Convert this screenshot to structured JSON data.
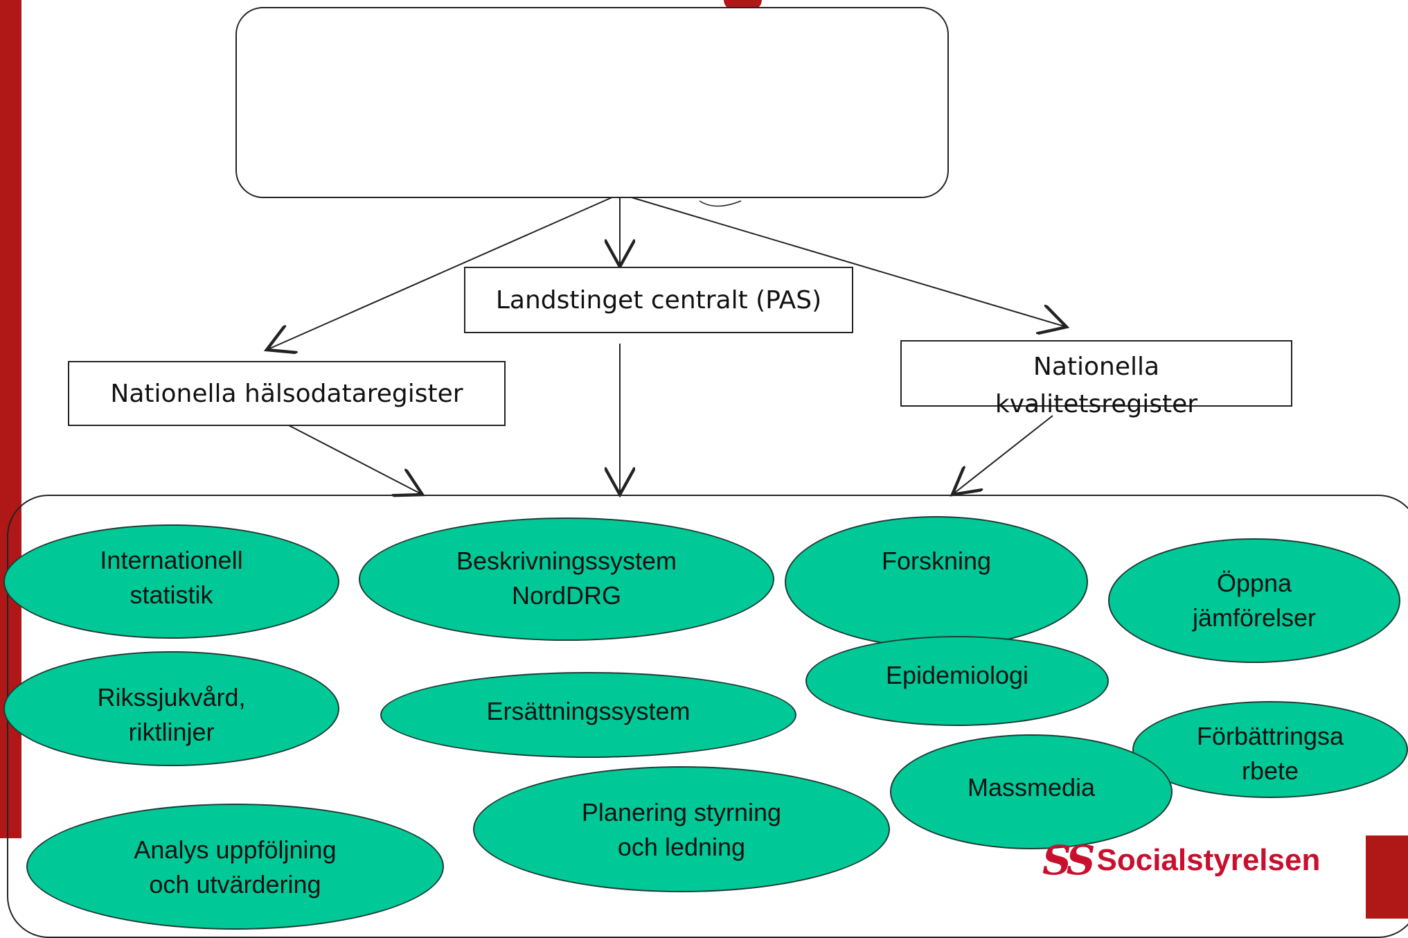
{
  "diagram": {
    "top_box_label": "",
    "center_source": "Landstinget centralt (PAS)",
    "left_register": "Nationella hälsodataregister",
    "right_register_line1": "Nationella",
    "right_register_line2": "kvalitetsregister",
    "uses": [
      {
        "id": "u1",
        "label": "Internationell\nstatistik"
      },
      {
        "id": "u2",
        "label": "Beskrivningssystem\nNordDRG"
      },
      {
        "id": "u3",
        "label": "Forskning"
      },
      {
        "id": "u4",
        "label": "Öppna\njämförelser"
      },
      {
        "id": "u5",
        "label": "Epidemiologi"
      },
      {
        "id": "u6",
        "label": "Rikssjukvård,\nriktlinjer"
      },
      {
        "id": "u7",
        "label": "Ersättningssystem"
      },
      {
        "id": "u8",
        "label": "Förbättringsa\nrbete"
      },
      {
        "id": "u9",
        "label": "Massmedia"
      },
      {
        "id": "u10",
        "label": "Planering styrning\noch ledning"
      },
      {
        "id": "u11",
        "label": "Analys uppföljning\noch utvärdering"
      }
    ]
  },
  "logo": {
    "text": "Socialstyrelsen",
    "mark": "SS"
  },
  "colors": {
    "accent": "#b01717",
    "ellipse_fill": "#00c997",
    "logo_red": "#c8102e"
  }
}
